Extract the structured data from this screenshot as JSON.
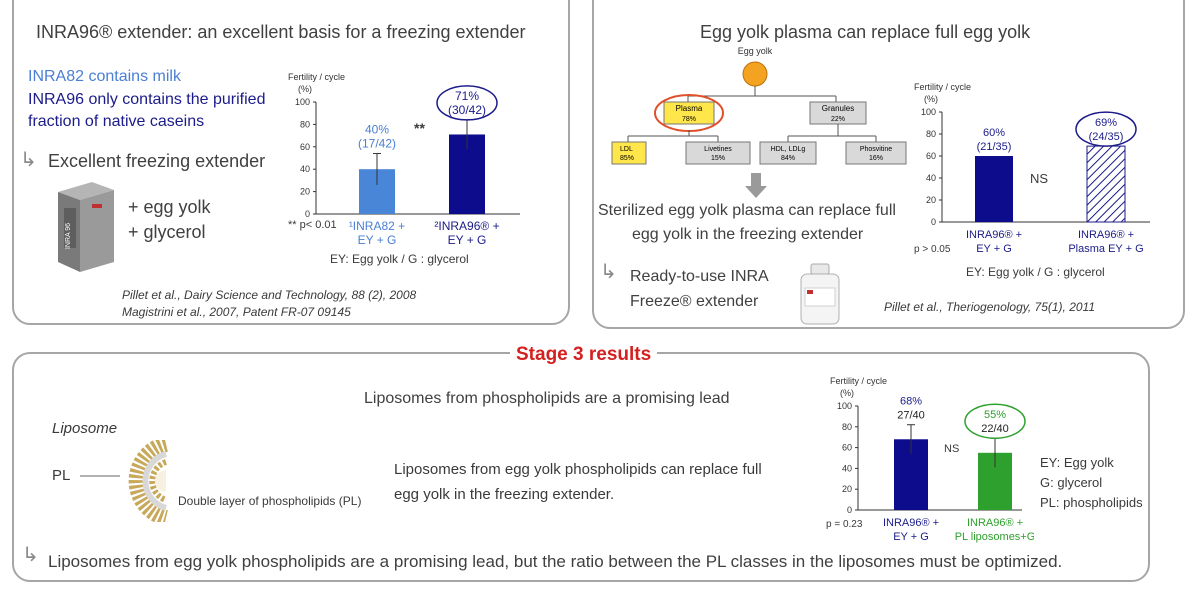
{
  "left_panel": {
    "title": "INRA96® extender: an excellent basis for a freezing extender",
    "line_milk": "INRA82 contains milk",
    "line_caseins_1": "INRA96 only contains the purified",
    "line_caseins_2": "fraction of native caseins",
    "bullet_text": "Excellent freezing extender",
    "product_label": "INRA 96",
    "plus_egg": "+ egg yolk",
    "plus_glycerol": "+ glycerol",
    "legend": "EY: Egg yolk / G : glycerol",
    "significance": "**",
    "pvalue_note": "** p< 0.01",
    "ref_1": "Pillet et al., Dairy Science and Technology, 88 (2), 2008",
    "ref_2": "Magistrini et al., 2007, Patent FR-07 09145"
  },
  "right_panel": {
    "title": "Egg yolk plasma can replace full egg yolk",
    "tree": {
      "root": "Egg yolk",
      "plasma": "Plasma",
      "plasma_pct": "78%",
      "granules": "Granules",
      "granules_pct": "22%",
      "ldl": "LDL",
      "ldl_pct": "85%",
      "livetines": "Livetines",
      "livetines_pct": "15%",
      "hdl": "HDL, LDLg",
      "hdl_pct": "84%",
      "phosvitine": "Phosvitine",
      "phosvitine_pct": "16%"
    },
    "claim_1": "Sterilized egg yolk plasma can replace full",
    "claim_2": "egg yolk in the freezing extender",
    "bullet_1": "Ready-to-use INRA",
    "bullet_2": "Freeze® extender",
    "legend": "EY: Egg yolk / G : glycerol",
    "pvalue_note": "p > 0.05",
    "ns_label": "NS",
    "ref": "Pillet et al., Theriogenology, 75(1), 2011"
  },
  "bottom_panel": {
    "stage_heading": "Stage 3 results",
    "title": "Liposomes from phospholipids are a promising lead",
    "liposome_label": "Liposome",
    "pl_label": "PL",
    "bilayer_caption": "Double layer of phospholipids (PL)",
    "claim_1": "Liposomes from egg yolk phospholipids can replace full",
    "claim_2": "egg yolk in the freezing extender.",
    "legend_1": "EY: Egg yolk",
    "legend_2": "G: glycerol",
    "legend_3": "PL: phospholipids",
    "pvalue_note": "p = 0.23",
    "ns_label": "NS",
    "conclusion": "Liposomes from egg yolk phospholipids are a promising lead, but the ratio between the PL classes in the liposomes must be optimized."
  },
  "colors": {
    "bar_blue_light": "#4a86d8",
    "bar_navy": "#0c0c8c",
    "bar_green": "#2ea02e",
    "accent_red": "#d42020",
    "panel_border": "#a6a6a6"
  },
  "chart_data": [
    {
      "type": "bar",
      "ylabel": "Fertility / cycle (%)",
      "ylim": [
        0,
        100
      ],
      "yticks": [
        0,
        20,
        40,
        60,
        80,
        100
      ],
      "categories": [
        "¹INRA82 + EY + G",
        "²INRA96® + EY + G"
      ],
      "values": [
        40,
        71
      ],
      "errors": [
        14,
        13
      ],
      "bar_labels": [
        "40%",
        "71%"
      ],
      "bar_sublabels": [
        "(17/42)",
        "(30/42)"
      ],
      "colors": [
        "#4a86d8",
        "#0c0c8c"
      ]
    },
    {
      "type": "bar",
      "ylabel": "Fertility / cycle (%)",
      "ylim": [
        0,
        100
      ],
      "yticks": [
        0,
        20,
        40,
        60,
        80,
        100
      ],
      "categories": [
        "INRA96® + EY + G",
        "INRA96® + Plasma EY + G"
      ],
      "values": [
        60,
        69
      ],
      "bar_labels": [
        "60%",
        "69%"
      ],
      "bar_sublabels": [
        "(21/35)",
        "(24/35)"
      ],
      "colors": [
        "#0c0c8c",
        "hatched"
      ]
    },
    {
      "type": "bar",
      "ylabel": "Fertility / cycle (%)",
      "ylim": [
        0,
        100
      ],
      "yticks": [
        0,
        20,
        40,
        60,
        80,
        100
      ],
      "categories": [
        "INRA96® + EY + G",
        "INRA96® + PL liposomes+G"
      ],
      "values": [
        68,
        55
      ],
      "errors": [
        14,
        14
      ],
      "bar_labels": [
        "68%",
        "55%"
      ],
      "bar_sublabels": [
        "27/40",
        "22/40"
      ],
      "colors": [
        "#0c0c8c",
        "#2ea02e"
      ]
    }
  ]
}
